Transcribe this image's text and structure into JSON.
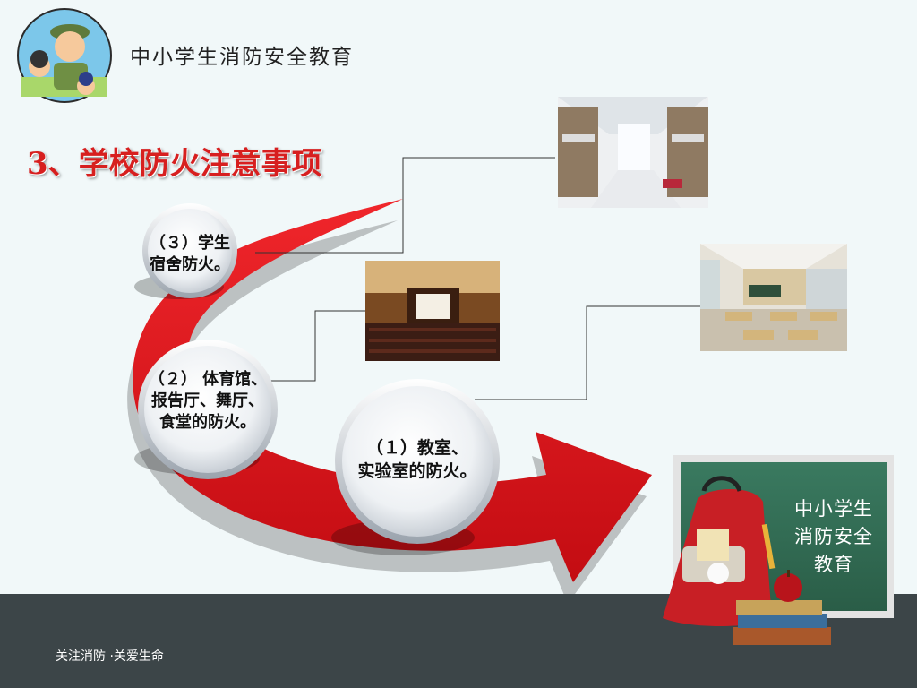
{
  "header": {
    "title": "中小学生消防安全教育"
  },
  "section": {
    "title": "3、学校防火注意事项"
  },
  "steps": [
    {
      "line1": "（１）教室、",
      "line2": "实验室的防火。",
      "line3": ""
    },
    {
      "line1": "（２） 体育馆、",
      "line2": "报告厅、舞厅、",
      "line3": "食堂的防火。"
    },
    {
      "line1": "（３）学生",
      "line2": "宿舍防火。",
      "line3": ""
    }
  ],
  "board": {
    "line1": "中小学生",
    "line2": "消防安全",
    "line3": "教育"
  },
  "footer": {
    "slogan": "关注消防 ·关爱生命"
  },
  "colors": {
    "arrow_red": "#e2121a",
    "footer_bg": "#3c4548",
    "board_green": "#2f6b52",
    "title_red": "#d71f1f"
  }
}
